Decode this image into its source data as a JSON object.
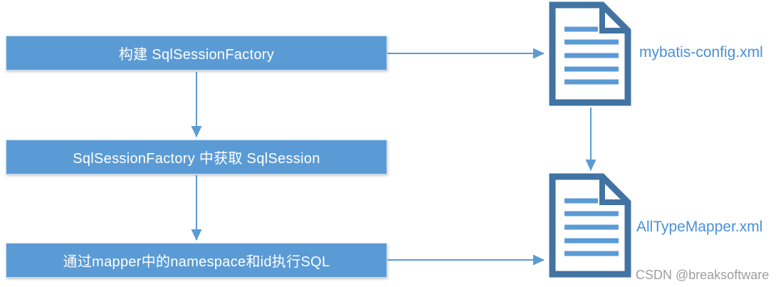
{
  "diagram": {
    "boxes": [
      {
        "label": "构建 SqlSessionFactory"
      },
      {
        "label": "SqlSessionFactory 中获取 SqlSession"
      },
      {
        "label": "通过mapper中的namespace和id执行SQL"
      }
    ],
    "documents": [
      {
        "label": "mybatis-config.xml"
      },
      {
        "label": "AllTypeMapper.xml"
      }
    ],
    "watermark": "CSDN @breaksoftware",
    "colors": {
      "box_fill": "#5b9bd5",
      "box_text": "#ffffff",
      "arrow": "#5b9bd5",
      "document_border": "#4173a3",
      "document_lines": "#5b9bd5",
      "document_label": "#4a90d5",
      "watermark": "#9e9e9e"
    }
  }
}
